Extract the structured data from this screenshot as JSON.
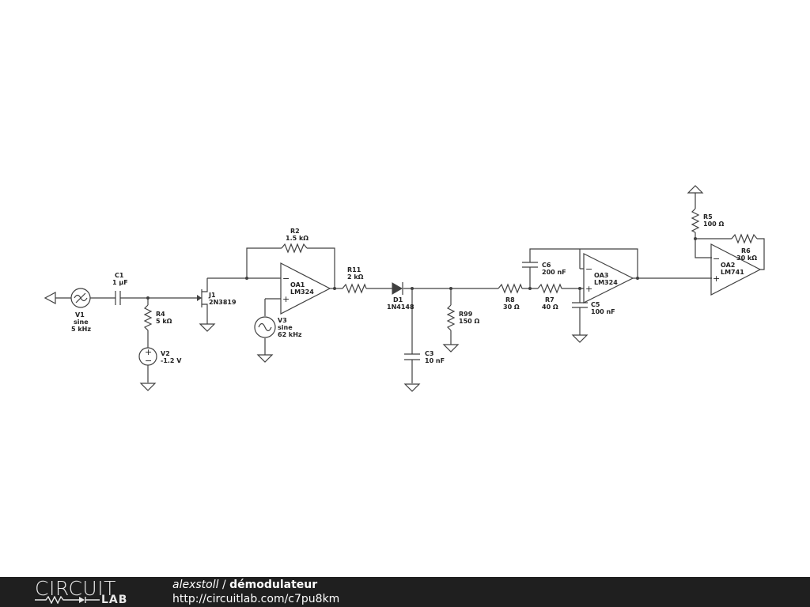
{
  "components": {
    "V1": {
      "name": "V1",
      "line2": "sine",
      "line3": "5 kHz"
    },
    "C1": {
      "name": "C1",
      "value": "1 µF"
    },
    "R4": {
      "name": "R4",
      "value": "5 kΩ"
    },
    "V2": {
      "name": "V2",
      "value": "-1.2 V"
    },
    "J1": {
      "name": "J1",
      "value": "2N3819"
    },
    "R2": {
      "name": "R2",
      "value": "1.5 kΩ"
    },
    "OA1": {
      "name": "OA1",
      "value": "LM324"
    },
    "V3": {
      "name": "V3",
      "line2": "sine",
      "line3": "62 kHz"
    },
    "R11": {
      "name": "R11",
      "value": "2 kΩ"
    },
    "D1": {
      "name": "D1",
      "value": "1N4148"
    },
    "C3": {
      "name": "C3",
      "value": "10 nF"
    },
    "R99": {
      "name": "R99",
      "value": "150 Ω"
    },
    "R8": {
      "name": "R8",
      "value": "30 Ω"
    },
    "R7": {
      "name": "R7",
      "value": "40 Ω"
    },
    "C6": {
      "name": "C6",
      "value": "200 nF"
    },
    "OA3": {
      "name": "OA3",
      "value": "LM324"
    },
    "C5": {
      "name": "C5",
      "value": "100 nF"
    },
    "R5": {
      "name": "R5",
      "value": "100 Ω"
    },
    "R6": {
      "name": "R6",
      "value": "30 kΩ"
    },
    "OA2": {
      "name": "OA2",
      "value": "LM741"
    }
  },
  "symbols": {
    "plus": "+",
    "minus": "−"
  },
  "footer": {
    "logo_top": "CIRCUIT",
    "logo_bottom": "LAB",
    "author": "alexstoll",
    "separator": " / ",
    "title": "démodulateur",
    "url": "http://circuitlab.com/c7pu8km"
  },
  "colors": {
    "wire": "#404040",
    "footer_bg": "#1f1f1f",
    "footer_text": "#ffffff",
    "background": "#ffffff"
  }
}
